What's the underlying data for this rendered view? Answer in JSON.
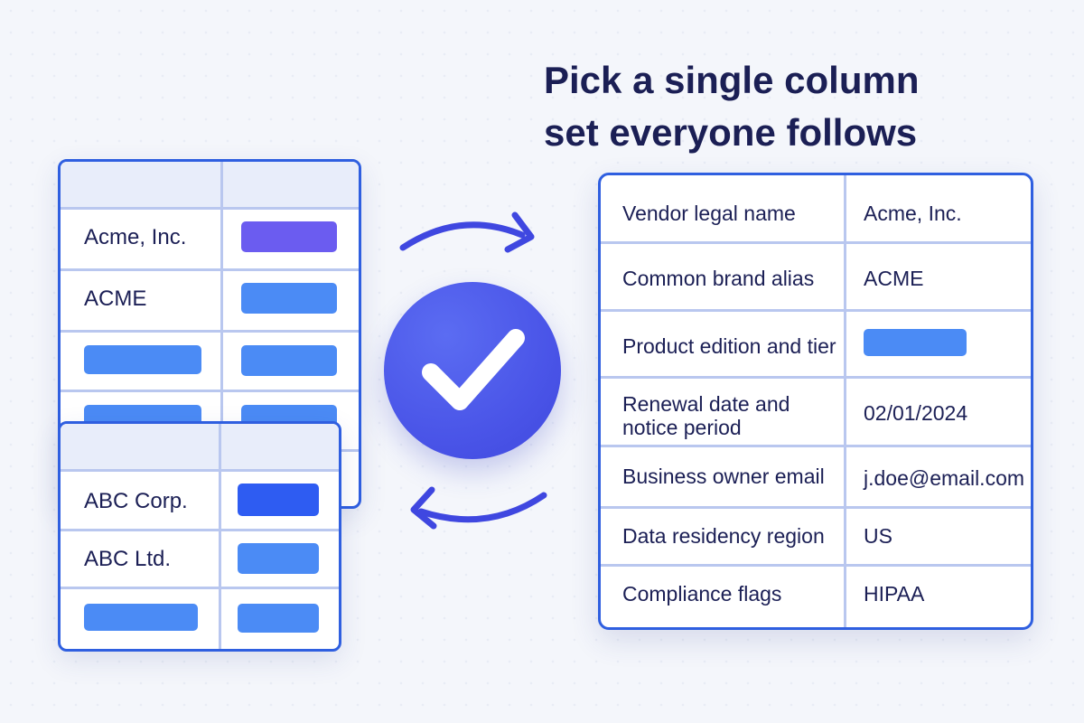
{
  "headline": {
    "line1": "Pick a single column",
    "line2": "set everyone follows"
  },
  "left_tables": {
    "back": {
      "rows": [
        {
          "label": "Acme, Inc.",
          "pill": "violet"
        },
        {
          "label": "ACME",
          "pill": "blue"
        },
        {
          "label": "",
          "pill": "blue"
        },
        {
          "label": "",
          "pill": "blue"
        }
      ]
    },
    "front": {
      "rows": [
        {
          "label": "ABC Corp.",
          "pill": "dark-blue"
        },
        {
          "label": "ABC Ltd.",
          "pill": "blue"
        },
        {
          "label": "",
          "pill": "blue"
        }
      ]
    }
  },
  "standard_schema": {
    "rows": [
      {
        "field": "Vendor legal name",
        "value": "Acme, Inc."
      },
      {
        "field": "Common brand alias",
        "value": "ACME"
      },
      {
        "field": "Product edition and tier",
        "value": ""
      },
      {
        "field": "Renewal date and notice period",
        "value": "02/01/2024"
      },
      {
        "field": "Business owner email",
        "value": "j.doe@email.com"
      },
      {
        "field": "Data residency region",
        "value": "US"
      },
      {
        "field": "Compliance flags",
        "value": "HIPAA"
      }
    ]
  },
  "colors": {
    "border": "#2f5fe0",
    "pill_blue": "#4b8bf5",
    "pill_violet": "#6b5cf0",
    "pill_dark_blue": "#2e5cf2",
    "arrow": "#3f47e0",
    "check_circle": "#4a55e8"
  },
  "icons": {
    "center": "checkmark-icon",
    "top_arrow": "arrow-right-curved-icon",
    "bottom_arrow": "arrow-left-curved-icon"
  }
}
